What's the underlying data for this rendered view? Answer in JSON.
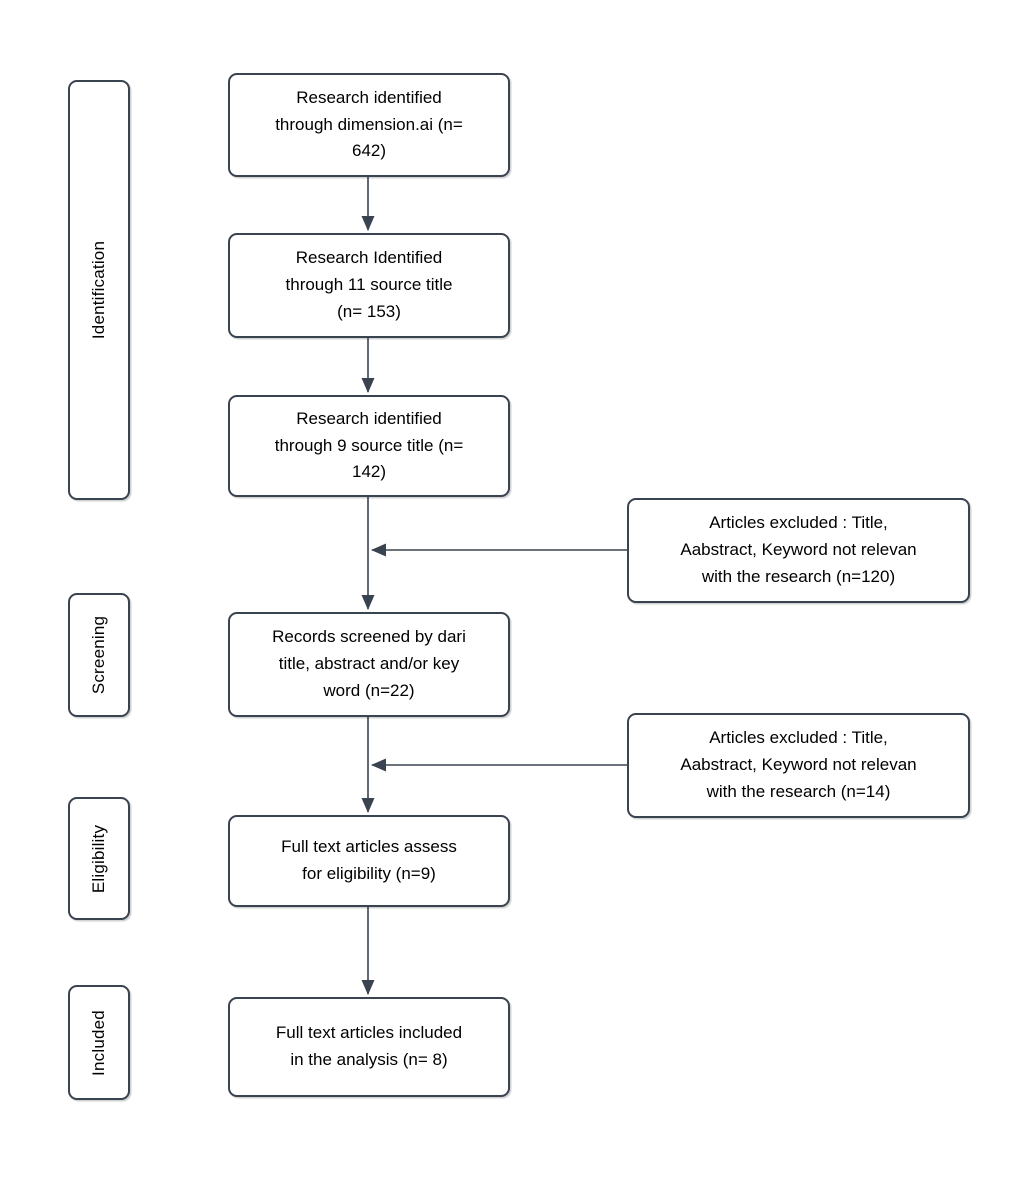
{
  "stages": [
    {
      "label": "Identification"
    },
    {
      "label": "Screening"
    },
    {
      "label": "Eligibility"
    },
    {
      "label": "Included"
    }
  ],
  "main_boxes": [
    {
      "text": "Research identified\nthrough dimension.ai (n=\n642)",
      "n": 642
    },
    {
      "text": "Research Identified\nthrough 11 source title\n(n= 153)",
      "n": 153
    },
    {
      "text": "Research identified\nthrough 9 source title (n=\n142)",
      "n": 142
    },
    {
      "text": "Records screened by dari\ntitle, abstract and/or key\nword (n=22)",
      "n": 22
    },
    {
      "text": "Full text articles assess\nfor eligibility  (n=9)",
      "n": 9
    },
    {
      "text": "Full text articles included\nin the analysis (n= 8)",
      "n": 8
    }
  ],
  "exclusion_boxes": [
    {
      "text": "Articles excluded : Title,\nAabstract, Keyword not relevan\nwith the research (n=120)",
      "n": 120
    },
    {
      "text": "Articles excluded : Title,\nAabstract, Keyword not relevan\nwith the research (n=14)",
      "n": 14
    }
  ],
  "colors": {
    "border": "#3a4350",
    "line": "#3a4350",
    "text": "#000000",
    "background": "#ffffff"
  }
}
